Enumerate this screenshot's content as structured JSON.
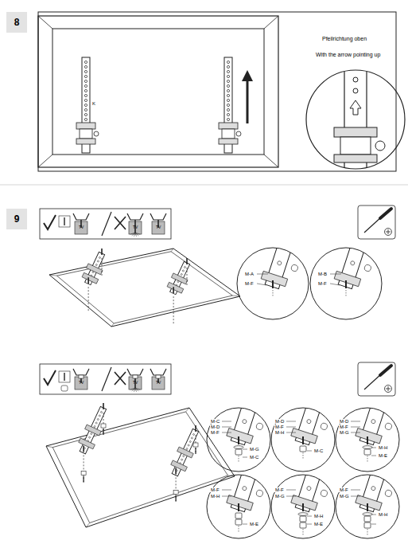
{
  "diagram": {
    "nodes": [
      {
        "text": [
          "8"
        ]
      },
      {
        "text": [
          "9"
        ]
      }
    ],
    "labels": [
      "Pfeilrichtung oben",
      "With the arrow pointing up",
      "K",
      "TV",
      "TV",
      "TV",
      "M-A",
      "M-F",
      "M-B",
      "M-F",
      "TV",
      "TV",
      "TV",
      "M-C",
      "M-D",
      "M-F",
      "M-G",
      "M-C",
      "M-D",
      "M-F",
      "M-H",
      "M-C",
      "M-D",
      "M-F",
      "M-G",
      "M-H",
      "M-E",
      "M-F",
      "M-H",
      "M-E",
      "M-F",
      "M-G",
      "M-H",
      "M-E",
      "M-F",
      "M-G",
      "M-H"
    ]
  }
}
